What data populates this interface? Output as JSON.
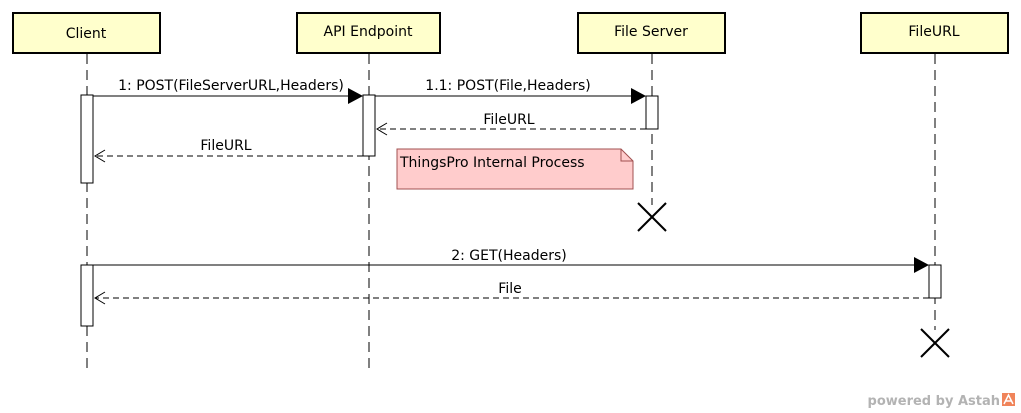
{
  "colors": {
    "participant_fill": "#ffffcc",
    "note_fill": "#ffcccc",
    "note_border": "#a05050",
    "line": "#000000",
    "watermark_text": "#b3b3b3",
    "watermark_logo": "#f0845a"
  },
  "participants": [
    {
      "name": "Client"
    },
    {
      "name": "API Endpoint"
    },
    {
      "name": "File Server"
    },
    {
      "name": "FileURL"
    }
  ],
  "messages": [
    {
      "label": "1: POST(FileServerURL,Headers)",
      "from": 0,
      "to": 1,
      "kind": "sync"
    },
    {
      "label": "1.1: POST(File,Headers)",
      "from": 1,
      "to": 2,
      "kind": "sync"
    },
    {
      "label": "FileURL",
      "from": 2,
      "to": 1,
      "kind": "return"
    },
    {
      "label": "FileURL",
      "from": 1,
      "to": 0,
      "kind": "return"
    },
    {
      "label": "2: GET(Headers)",
      "from": 0,
      "to": 3,
      "kind": "sync"
    },
    {
      "label": "File",
      "from": 3,
      "to": 0,
      "kind": "return"
    }
  ],
  "note": {
    "text": "ThingsPro Internal Process"
  },
  "destroyed": [
    2,
    3
  ],
  "watermark": {
    "text": "powered by Astah",
    "logo_icon": "astah-logo-icon"
  }
}
